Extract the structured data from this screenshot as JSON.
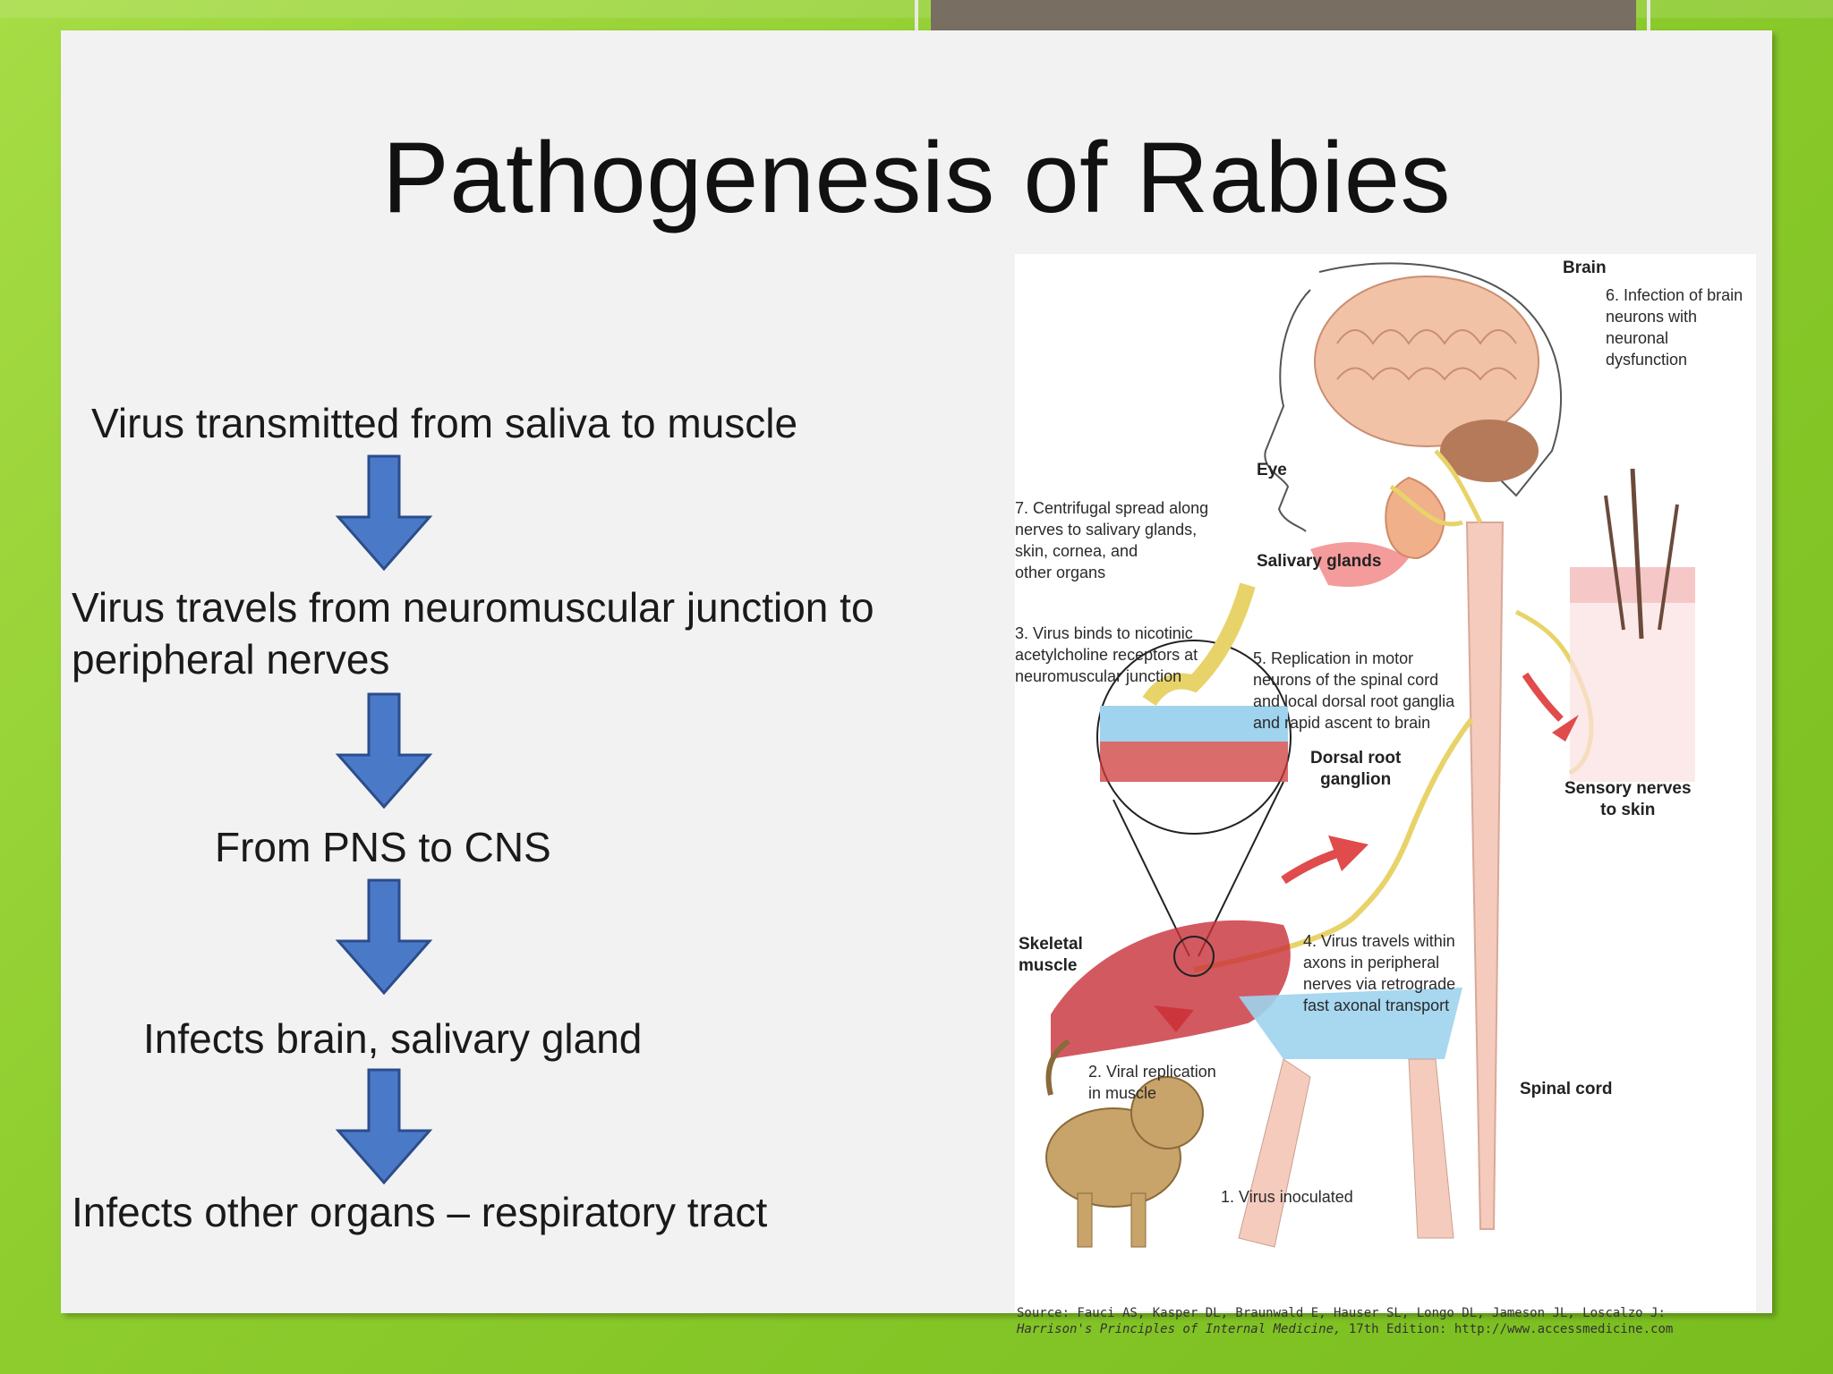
{
  "slide": {
    "title": "Pathogenesis of Rabies"
  },
  "flow": {
    "steps": [
      "Virus transmitted from saliva to muscle",
      "Virus travels from neuromuscular junction to",
      "peripheral nerves",
      "From PNS to CNS",
      "Infects brain, salivary gland",
      "Infects other organs – respiratory tract"
    ],
    "arrow_color": "#4a7ac7"
  },
  "figure": {
    "labels": {
      "brain": "Brain",
      "step6": "6. Infection of brain\nneurons with\nneuronal\ndysfunction",
      "eye": "Eye",
      "step7": "7. Centrifugal spread along\nnerves to salivary glands,\nskin, cornea, and\nother organs",
      "salivary": "Salivary glands",
      "step3": "3. Virus binds to nicotinic\nacetylcholine receptors at\nneuromuscular junction",
      "step5": "5. Replication in motor\nneurons of the spinal cord\nand local dorsal root ganglia\nand rapid ascent to brain",
      "drg": "Dorsal root\nganglion",
      "sensory": "Sensory nerves\nto skin",
      "skeletal": "Skeletal\nmuscle",
      "step4": "4. Virus travels within\naxons in peripheral\nnerves via retrograde\nfast axonal transport",
      "step2": "2. Viral replication\nin muscle",
      "spinal": "Spinal cord",
      "step1": "1. Virus inoculated"
    },
    "source_line1": "Source: Fauci AS, Kasper DL, Braunwald E, Hauser SL, Longo DL, Jameson JL, Loscalzo J:",
    "source_line2_italic": "Harrison's Principles of Internal Medicine,",
    "source_line2_rest": " 17th Edition: http://www.accessmedicine.com"
  },
  "colors": {
    "background": "#8fcd2e",
    "slide": "#f2f2f2",
    "top_bar": "#786e62"
  }
}
